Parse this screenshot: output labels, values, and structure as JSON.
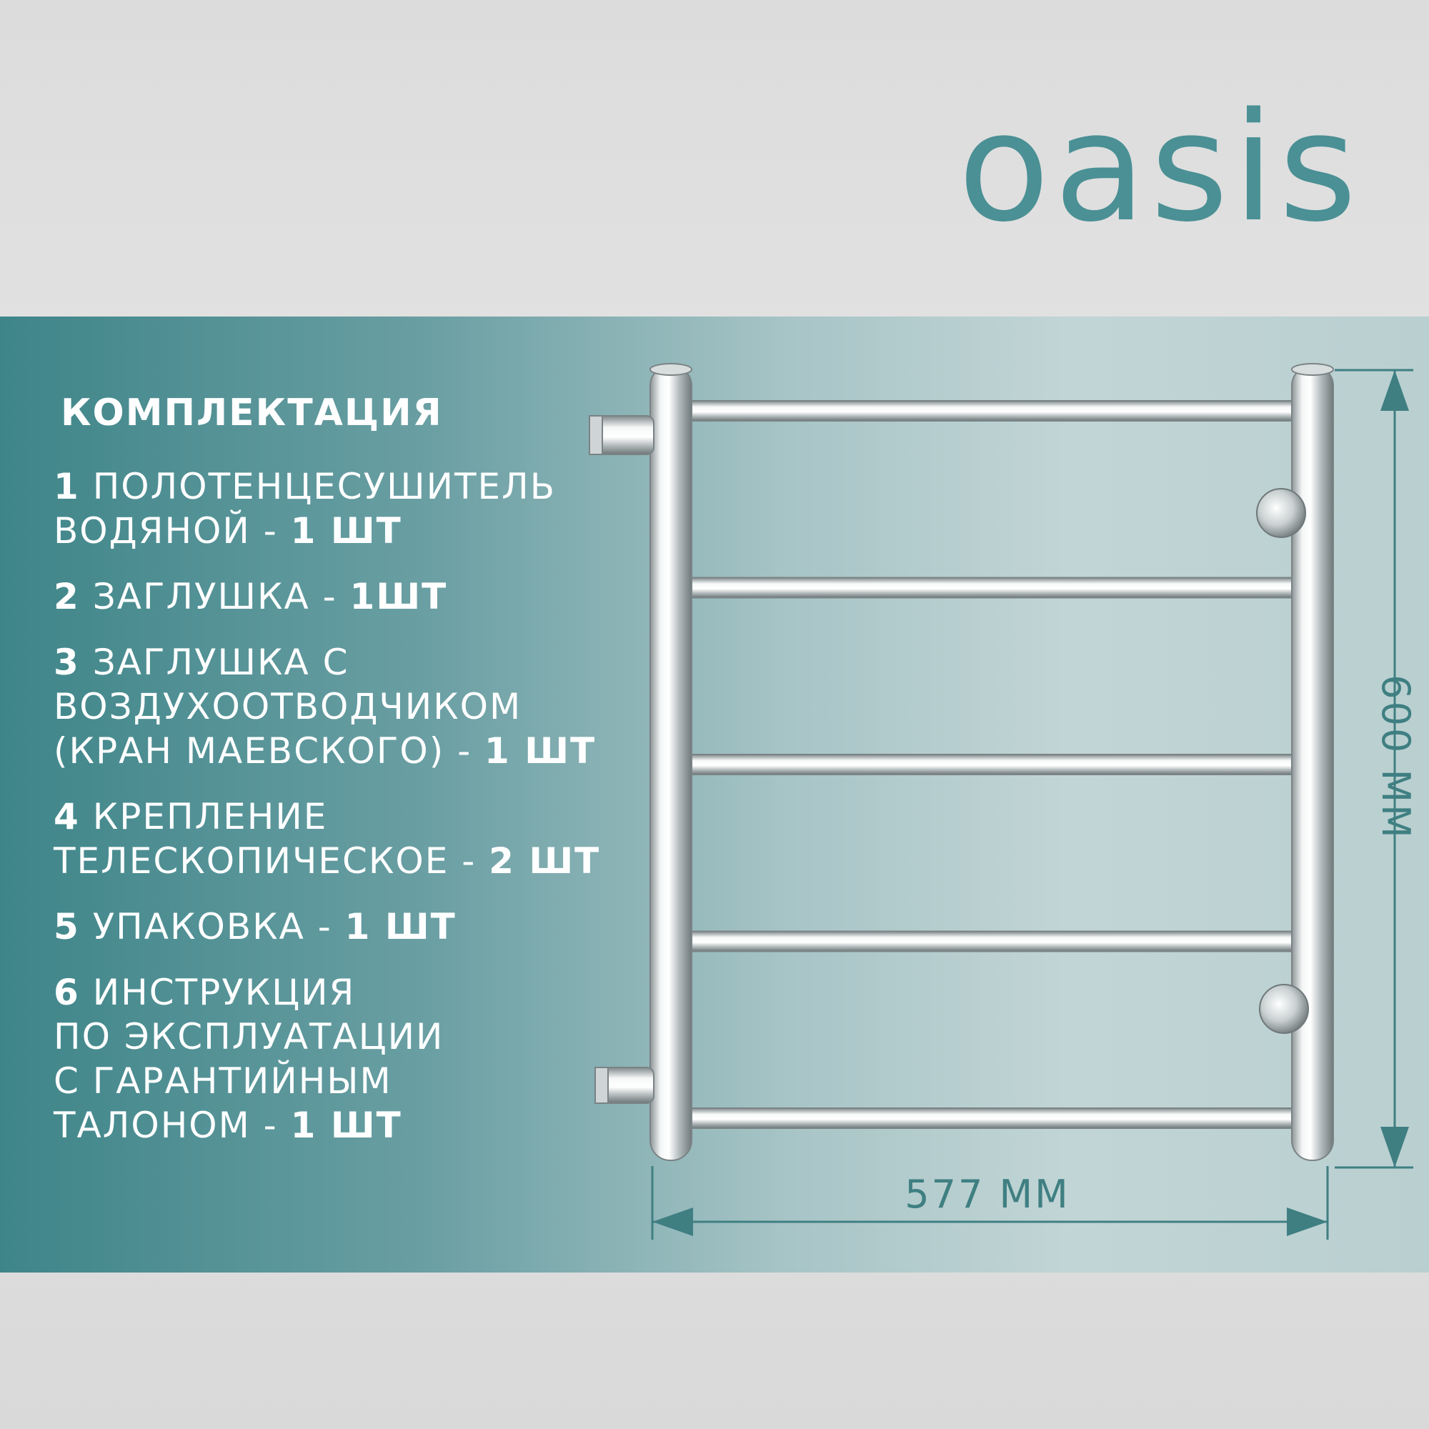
{
  "brand": {
    "logo_text": "oasis",
    "color": "#4a9095"
  },
  "kit": {
    "heading": "КОМПЛЕКТАЦИЯ",
    "items": [
      {
        "num": "1",
        "lines": [
          "ПОЛОТЕНЦЕСУШИТЕЛЬ",
          "ВОДЯНОЙ - "
        ],
        "qty": "1 ШТ"
      },
      {
        "num": "2",
        "lines": [
          "ЗАГЛУШКА - "
        ],
        "qty": "1ШТ"
      },
      {
        "num": "3",
        "lines": [
          "ЗАГЛУШКА С",
          "ВОЗДУХООТВОДЧИКОМ",
          "(КРАН МАЕВСКОГО) - "
        ],
        "qty": "1 ШТ"
      },
      {
        "num": "4",
        "lines": [
          "КРЕПЛЕНИЕ",
          "ТЕЛЕСКОПИЧЕСКОЕ - "
        ],
        "qty": "2 ШТ"
      },
      {
        "num": "5",
        "lines": [
          "УПАКОВКА - "
        ],
        "qty": "1 ШТ"
      },
      {
        "num": "6",
        "lines": [
          "ИНСТРУКЦИЯ",
          "ПО ЭКСПЛУАТАЦИИ",
          "С ГАРАНТИЙНЫМ",
          "ТАЛОНОМ - "
        ],
        "qty": "1 ШТ"
      }
    ]
  },
  "dimensions": {
    "width_label": "577 ММ",
    "height_label": "600 ММ",
    "color": "#3f7f82"
  },
  "product": {
    "rungs": 5
  }
}
